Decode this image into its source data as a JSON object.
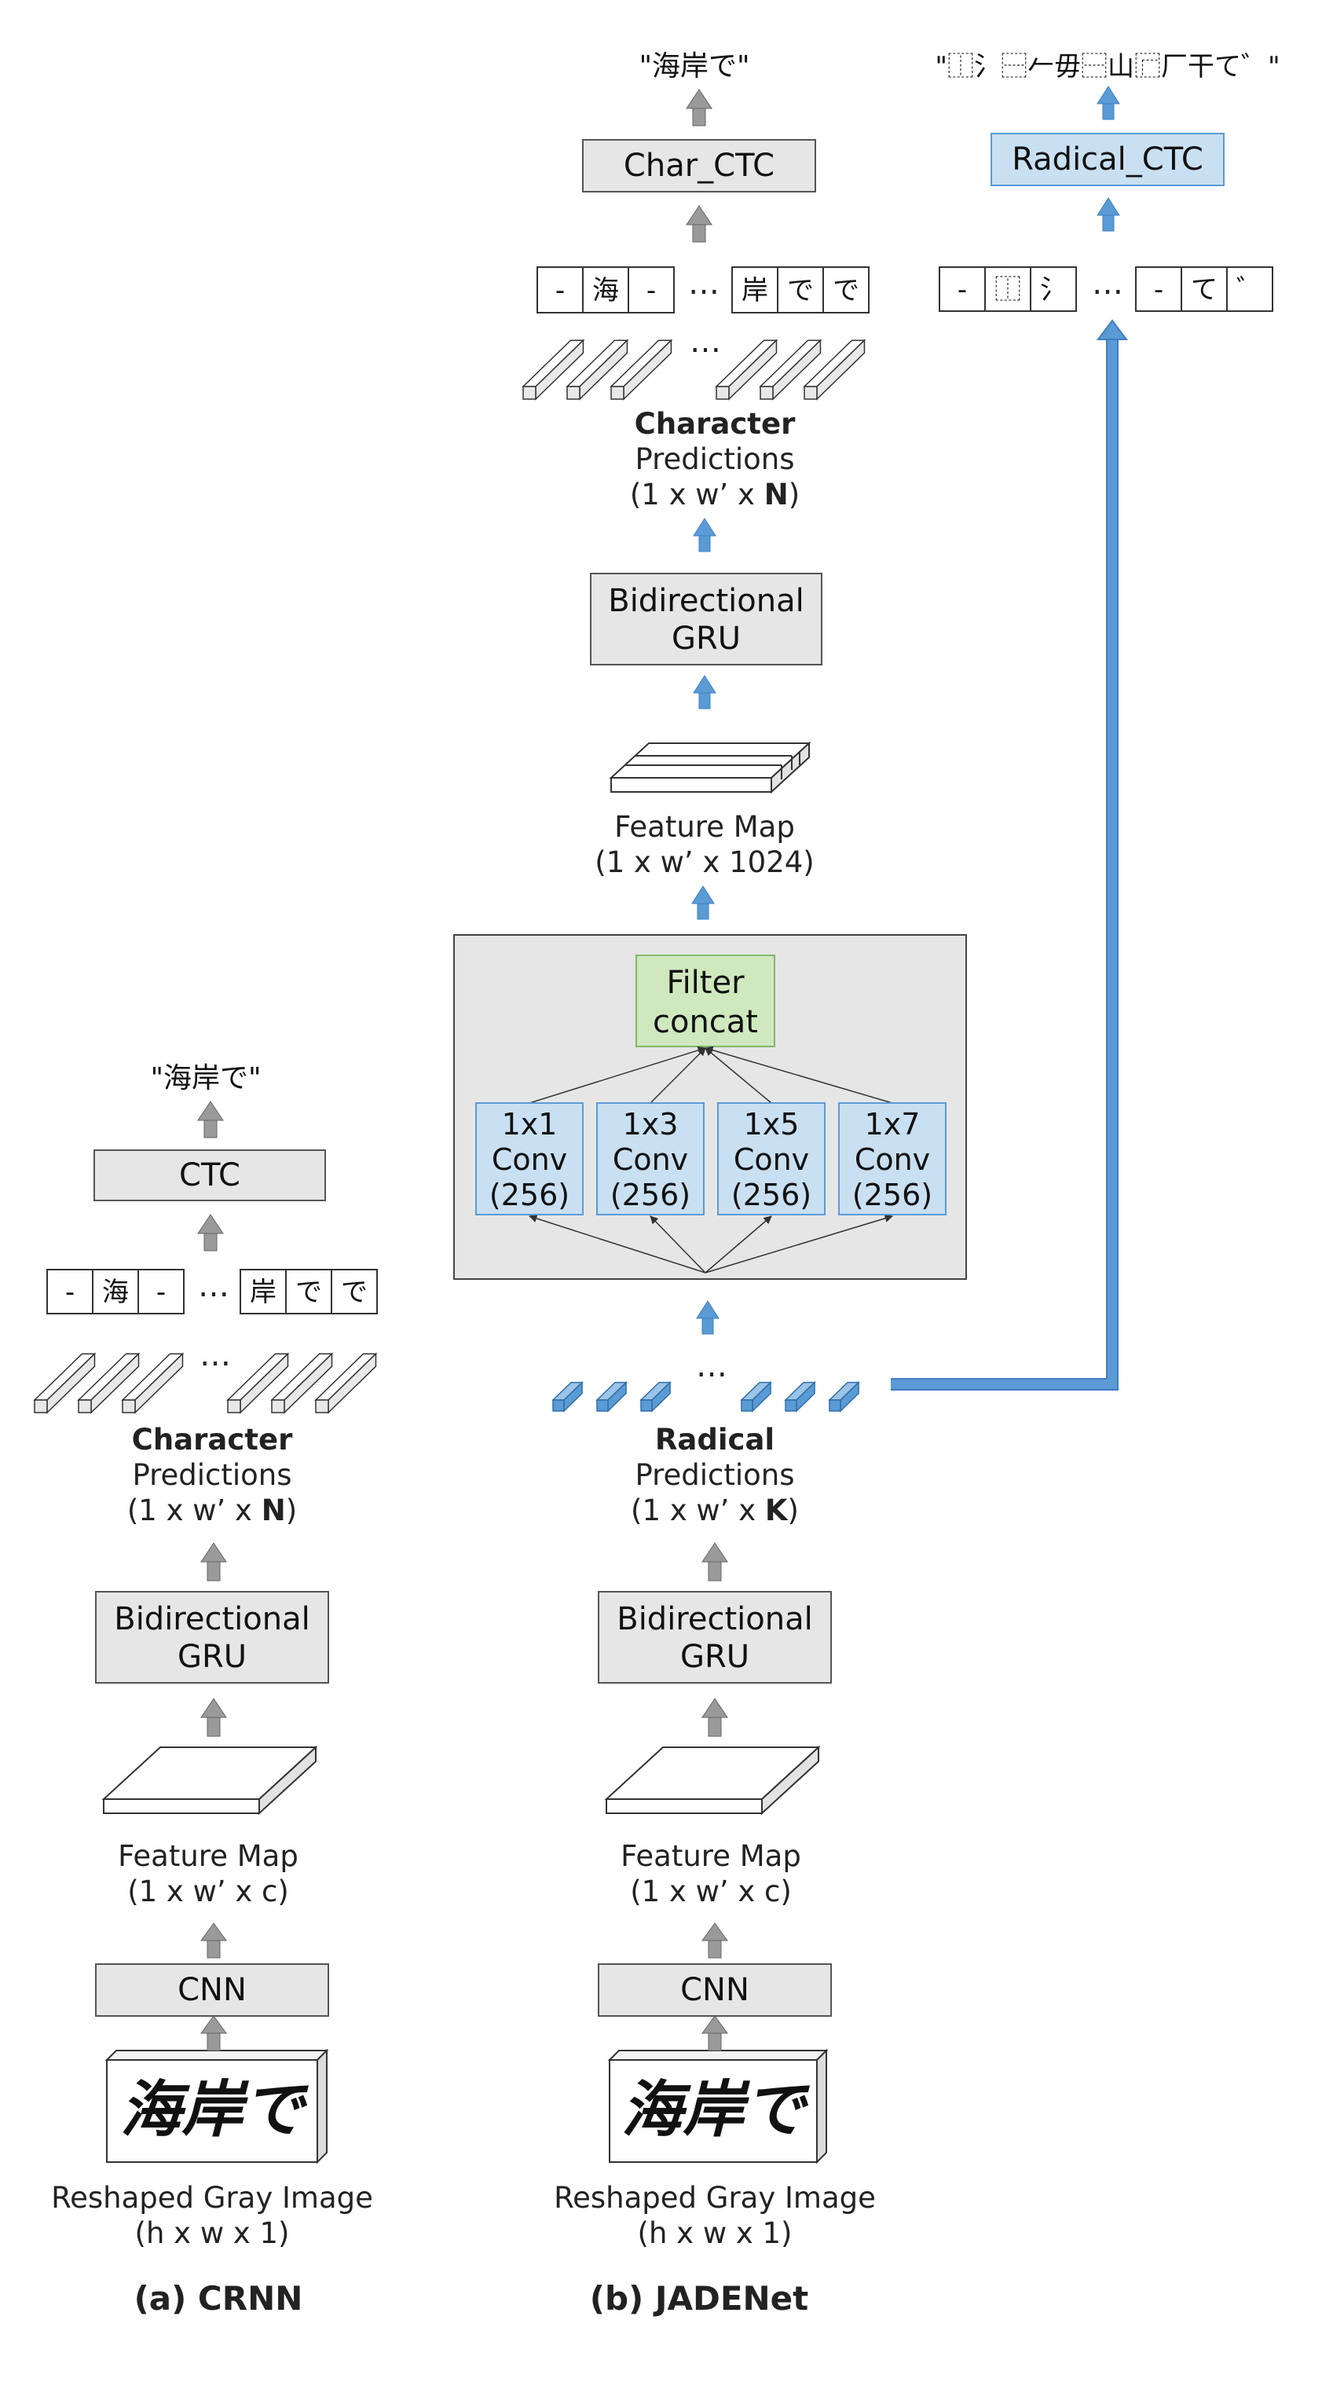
{
  "colors": {
    "box_gray": "#e6e6e6",
    "box_blue": "#c9dff2",
    "box_green": "#cfe8bd",
    "arrow_gray": "#9a9a9a",
    "arrow_blue": "#5b9bd5",
    "border": "#555555",
    "green_border": "#82b86a",
    "blue_border": "#5b9bd5"
  },
  "crnn": {
    "input_image_text": "海岸で",
    "input_label_1": "Reshaped Gray Image",
    "input_label_2": "(h x w x 1)",
    "cnn_label": "CNN",
    "feature_map_label_1": "Feature Map",
    "feature_map_label_2": "(1 x w’ x c)",
    "gru_label_1": "Bidirectional",
    "gru_label_2": "GRU",
    "pred_title": "Character",
    "pred_label_1": "Predictions",
    "pred_label_2_pre": "(1 x w’ x ",
    "pred_label_2_bold": "N",
    "pred_label_2_post": ")",
    "ellipsis": "…",
    "seq_cells_left": [
      "-",
      "海",
      "-"
    ],
    "seq_cells_right": [
      "岸",
      "で",
      "で"
    ],
    "ctc_label": "CTC",
    "output_text": "\"海岸で\"",
    "caption": "(a) CRNN"
  },
  "jadenet": {
    "input_image_text": "海岸で",
    "input_label_1": "Reshaped Gray Image",
    "input_label_2": "(h x w x 1)",
    "cnn_label": "CNN",
    "feature_map_label_1": "Feature Map",
    "feature_map_label_2": "(1 x w’ x c)",
    "gru_label_1": "Bidirectional",
    "gru_label_2": "GRU",
    "radical_title": "Radical",
    "radical_label_1": "Predictions",
    "radical_label_2_pre": "(1 x w’ x ",
    "radical_label_2_bold": "K",
    "radical_label_2_post": ")",
    "ellipsis": "…",
    "inception": {
      "concat_1": "Filter",
      "concat_2": "concat",
      "convs": [
        {
          "k": "1x1",
          "name": "Conv",
          "ch": "(256)"
        },
        {
          "k": "1x3",
          "name": "Conv",
          "ch": "(256)"
        },
        {
          "k": "1x5",
          "name": "Conv",
          "ch": "(256)"
        },
        {
          "k": "1x7",
          "name": "Conv",
          "ch": "(256)"
        }
      ]
    },
    "feature_map2_label_1": "Feature Map",
    "feature_map2_label_2": "(1 x w’ x 1024)",
    "gru2_label_1": "Bidirectional",
    "gru2_label_2": "GRU",
    "char_pred_title": "Character",
    "char_pred_label_1": "Predictions",
    "char_pred_label_2_pre": "(1 x w’ x ",
    "char_pred_label_2_bold": "N",
    "char_pred_label_2_post": ")",
    "char_seq_cells_left": [
      "-",
      "海",
      "-"
    ],
    "char_seq_cells_right": [
      "岸",
      "で",
      "で"
    ],
    "char_ctc_label": "Char_CTC",
    "char_output_text": "\"海岸で\"",
    "radical_seq_cells_left": [
      "-",
      "⿰",
      "氵"
    ],
    "radical_seq_cells_right": [
      "-",
      "て",
      "゛"
    ],
    "radical_ctc_label": "Radical_CTC",
    "radical_output_text": "\"⿰氵⿱𠂉毋⿱山⿸厂干て゛\"",
    "caption": "(b) JADENet"
  }
}
